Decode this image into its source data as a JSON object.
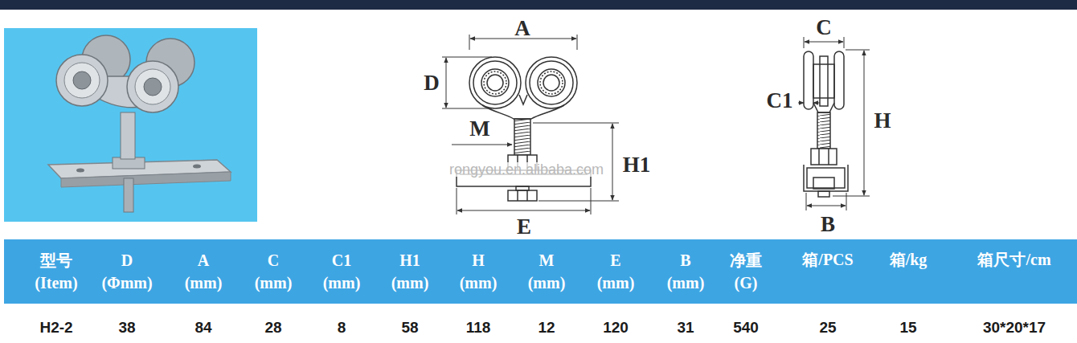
{
  "diagram": {
    "labels": [
      "A",
      "D",
      "M",
      "H1",
      "E",
      "C",
      "C1",
      "H",
      "B",
      "rongyou.en.alibaba.com",
      "型号 (Item)",
      "D (Φmm)",
      "A (mm)",
      "C (mm)",
      "C1 (mm)",
      "H1 (mm)",
      "H (mm)",
      "M (mm)",
      "E (mm)",
      "B (mm)",
      "净重 (G)",
      "箱/PCS",
      "箱/kg",
      "箱尺寸/cm",
      "H2-2",
      "38",
      "84",
      "28",
      "8",
      "58",
      "118",
      "12",
      "120",
      "31",
      "540",
      "25",
      "15",
      "30*20*17"
    ]
  }
}
